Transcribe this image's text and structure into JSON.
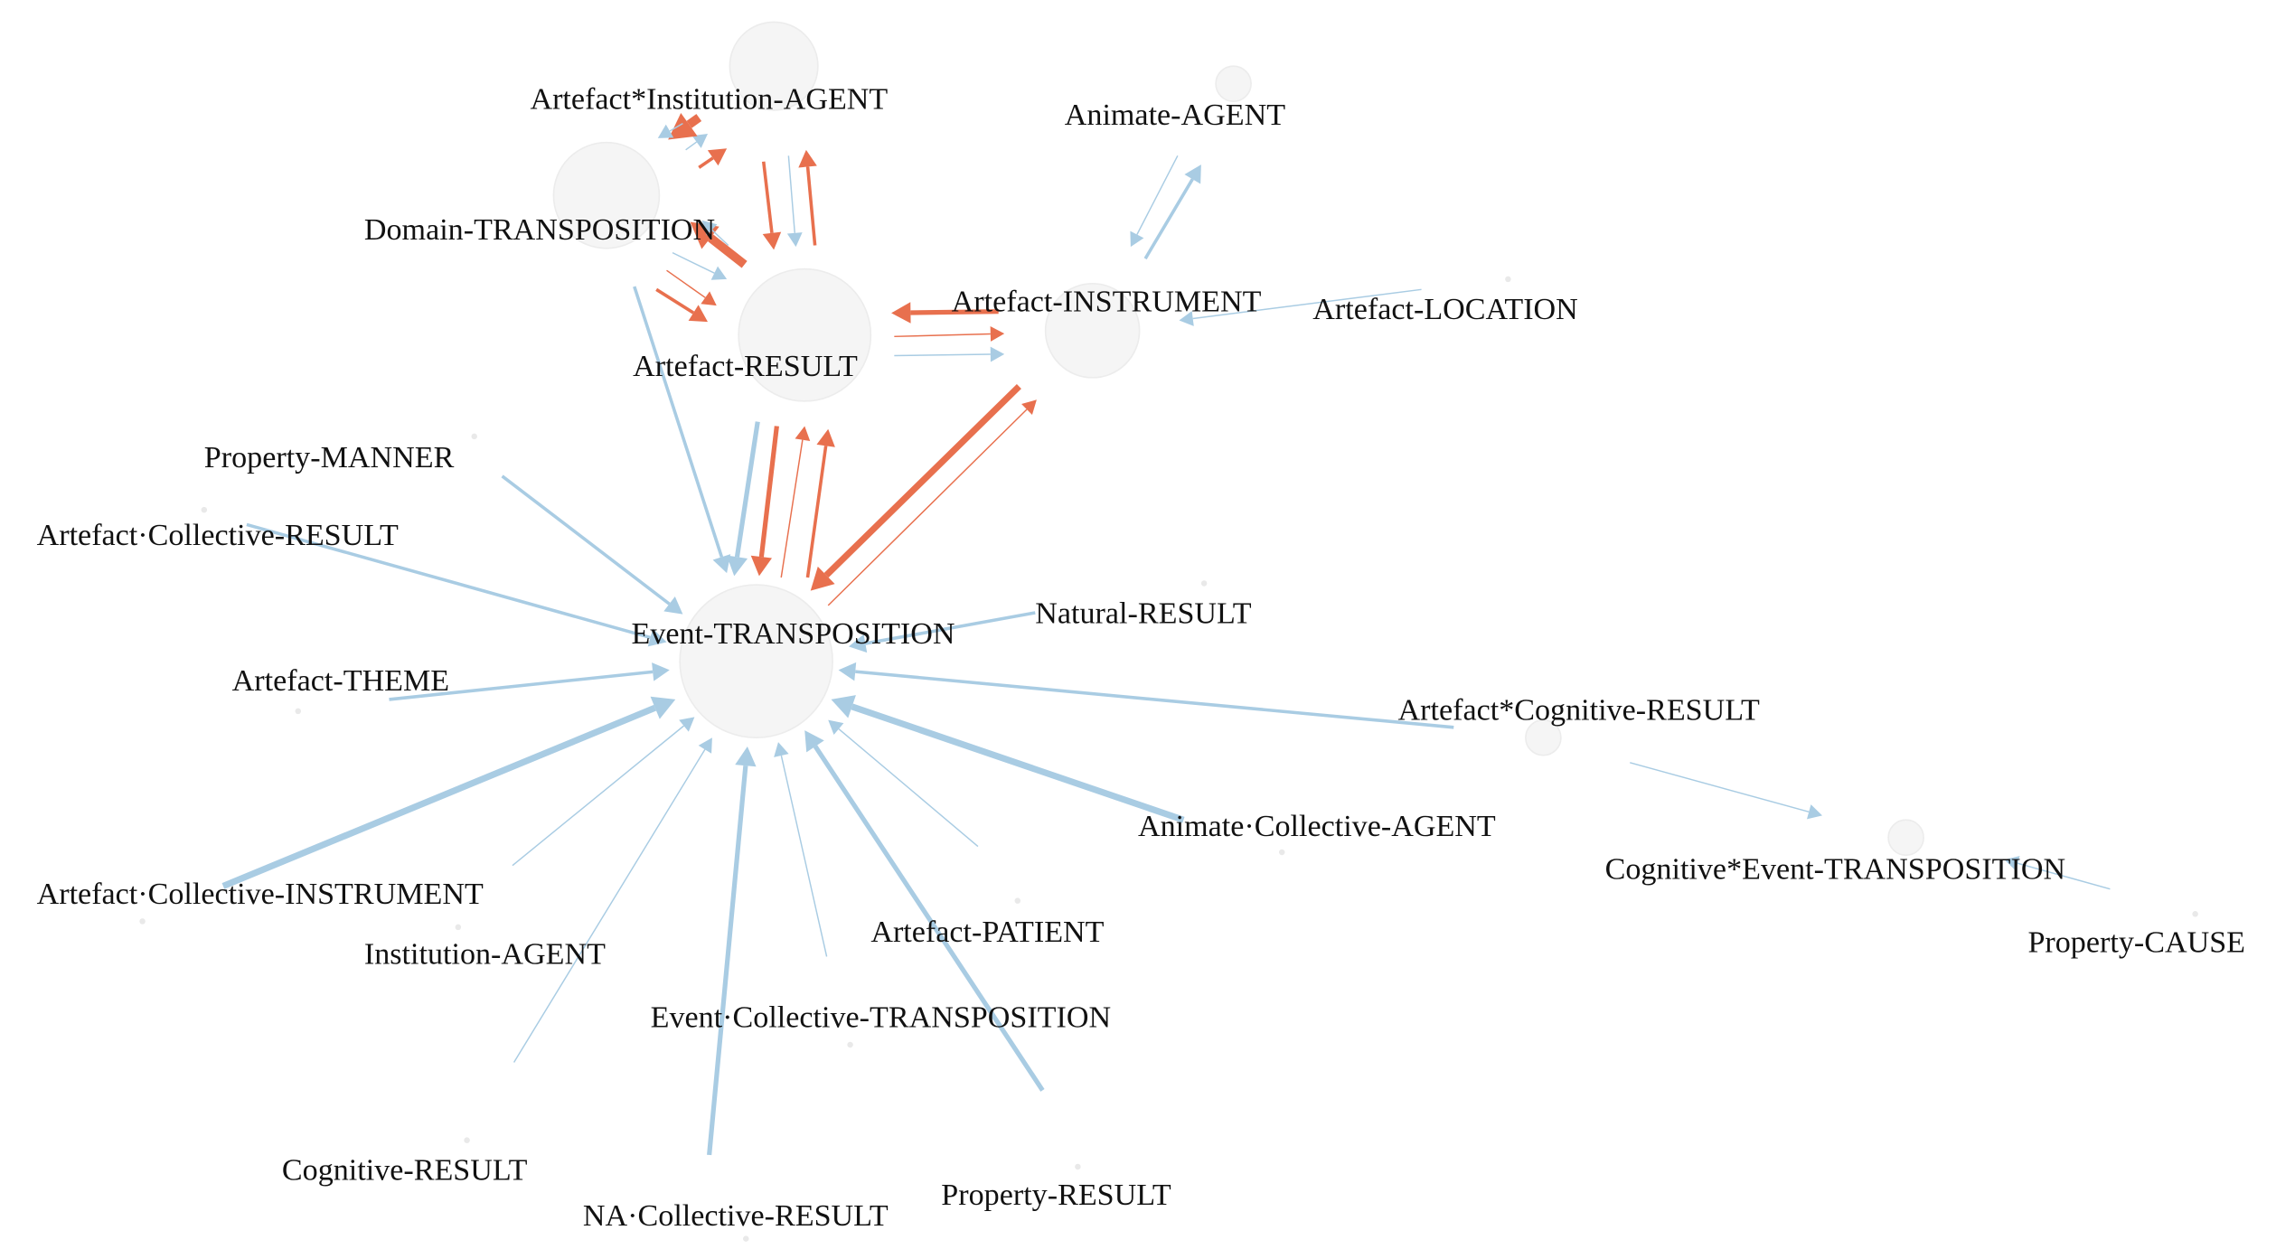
{
  "graph": {
    "title": "",
    "colors": {
      "outgoing_edge": "#e8704e",
      "incoming_edge": "#a9cce3",
      "node_fill": "#f5f5f5",
      "label": "#111111"
    },
    "nodes": [
      {
        "id": "event_transposition",
        "label": "Event-TRANSPOSITION"
      },
      {
        "id": "artefact_result",
        "label": "Artefact-RESULT"
      },
      {
        "id": "artefact_instrument",
        "label": "Artefact-INSTRUMENT"
      },
      {
        "id": "domain_transposition",
        "label": "Domain-TRANSPOSITION"
      },
      {
        "id": "artefact_institution_agent",
        "label": "Artefact*Institution-AGENT"
      },
      {
        "id": "animate_agent",
        "label": "Animate-AGENT"
      },
      {
        "id": "artefact_location",
        "label": "Artefact-LOCATION"
      },
      {
        "id": "property_manner",
        "label": "Property-MANNER"
      },
      {
        "id": "artefact_collective_result",
        "label": "Artefact·Collective-RESULT"
      },
      {
        "id": "natural_result",
        "label": "Natural-RESULT"
      },
      {
        "id": "artefact_theme",
        "label": "Artefact-THEME"
      },
      {
        "id": "artefact_cognitive_result",
        "label": "Artefact*Cognitive-RESULT"
      },
      {
        "id": "animate_collective_agent",
        "label": "Animate·Collective-AGENT"
      },
      {
        "id": "cognitive_event_transposition",
        "label": "Cognitive*Event-TRANSPOSITION"
      },
      {
        "id": "property_cause",
        "label": "Property-CAUSE"
      },
      {
        "id": "artefact_collective_instrument",
        "label": "Artefact·Collective-INSTRUMENT"
      },
      {
        "id": "artefact_patient",
        "label": "Artefact-PATIENT"
      },
      {
        "id": "institution_agent",
        "label": "Institution-AGENT"
      },
      {
        "id": "event_collective_transposition",
        "label": "Event·Collective-TRANSPOSITION"
      },
      {
        "id": "cognitive_result",
        "label": "Cognitive-RESULT"
      },
      {
        "id": "property_result",
        "label": "Property-RESULT"
      },
      {
        "id": "na_collective_result",
        "label": "NA·Collective-RESULT"
      }
    ],
    "edges": [
      {
        "source": "artefact_result",
        "target": "event_transposition",
        "kind": "outgoing",
        "weight": 3
      },
      {
        "source": "artefact_result",
        "target": "event_transposition",
        "kind": "incoming",
        "weight": 3
      },
      {
        "source": "event_transposition",
        "target": "artefact_result",
        "kind": "outgoing",
        "weight": 1
      },
      {
        "source": "event_transposition",
        "target": "artefact_result",
        "kind": "outgoing",
        "weight": 2
      },
      {
        "source": "artefact_instrument",
        "target": "event_transposition",
        "kind": "outgoing",
        "weight": 4
      },
      {
        "source": "event_transposition",
        "target": "artefact_instrument",
        "kind": "outgoing",
        "weight": 1
      },
      {
        "source": "domain_transposition",
        "target": "event_transposition",
        "kind": "incoming",
        "weight": 2
      },
      {
        "source": "artefact_instrument",
        "target": "artefact_result",
        "kind": "outgoing",
        "weight": 3
      },
      {
        "source": "artefact_result",
        "target": "artefact_instrument",
        "kind": "outgoing",
        "weight": 1
      },
      {
        "source": "artefact_result",
        "target": "artefact_instrument",
        "kind": "incoming",
        "weight": 1
      },
      {
        "source": "artefact_result",
        "target": "domain_transposition",
        "kind": "outgoing",
        "weight": 5
      },
      {
        "source": "artefact_result",
        "target": "domain_transposition",
        "kind": "incoming",
        "weight": 1
      },
      {
        "source": "domain_transposition",
        "target": "artefact_result",
        "kind": "incoming",
        "weight": 1
      },
      {
        "source": "domain_transposition",
        "target": "artefact_result",
        "kind": "outgoing",
        "weight": 1
      },
      {
        "source": "domain_transposition",
        "target": "artefact_result",
        "kind": "outgoing",
        "weight": 2
      },
      {
        "source": "artefact_institution_agent",
        "target": "artefact_result",
        "kind": "outgoing",
        "weight": 2
      },
      {
        "source": "artefact_institution_agent",
        "target": "artefact_result",
        "kind": "incoming",
        "weight": 1
      },
      {
        "source": "artefact_result",
        "target": "artefact_institution_agent",
        "kind": "outgoing",
        "weight": 2
      },
      {
        "source": "domain_transposition",
        "target": "artefact_institution_agent",
        "kind": "outgoing",
        "weight": 2
      },
      {
        "source": "domain_transposition",
        "target": "artefact_institution_agent",
        "kind": "incoming",
        "weight": 1
      },
      {
        "source": "artefact_institution_agent",
        "target": "domain_transposition",
        "kind": "outgoing",
        "weight": 5
      },
      {
        "source": "artefact_institution_agent",
        "target": "domain_transposition",
        "kind": "incoming",
        "weight": 1
      },
      {
        "source": "artefact_instrument",
        "target": "animate_agent",
        "kind": "incoming",
        "weight": 2
      },
      {
        "source": "animate_agent",
        "target": "artefact_instrument",
        "kind": "incoming",
        "weight": 1
      },
      {
        "source": "artefact_location",
        "target": "artefact_instrument",
        "kind": "incoming",
        "weight": 1
      },
      {
        "source": "property_manner",
        "target": "event_transposition",
        "kind": "incoming",
        "weight": 2
      },
      {
        "source": "artefact_collective_result",
        "target": "event_transposition",
        "kind": "incoming",
        "weight": 2
      },
      {
        "source": "natural_result",
        "target": "event_transposition",
        "kind": "incoming",
        "weight": 2
      },
      {
        "source": "artefact_theme",
        "target": "event_transposition",
        "kind": "incoming",
        "weight": 2
      },
      {
        "source": "artefact_cognitive_result",
        "target": "event_transposition",
        "kind": "incoming",
        "weight": 2
      },
      {
        "source": "animate_collective_agent",
        "target": "event_transposition",
        "kind": "incoming",
        "weight": 4
      },
      {
        "source": "artefact_collective_instrument",
        "target": "event_transposition",
        "kind": "incoming",
        "weight": 4
      },
      {
        "source": "artefact_patient",
        "target": "event_transposition",
        "kind": "incoming",
        "weight": 1
      },
      {
        "source": "institution_agent",
        "target": "event_transposition",
        "kind": "incoming",
        "weight": 1
      },
      {
        "source": "event_collective_transposition",
        "target": "event_transposition",
        "kind": "incoming",
        "weight": 1
      },
      {
        "source": "cognitive_result",
        "target": "event_transposition",
        "kind": "incoming",
        "weight": 1
      },
      {
        "source": "property_result",
        "target": "event_transposition",
        "kind": "incoming",
        "weight": 3
      },
      {
        "source": "na_collective_result",
        "target": "event_transposition",
        "kind": "incoming",
        "weight": 3
      },
      {
        "source": "artefact_cognitive_result",
        "target": "cognitive_event_transposition",
        "kind": "incoming",
        "weight": 1
      },
      {
        "source": "property_cause",
        "target": "cognitive_event_transposition",
        "kind": "incoming",
        "weight": 1
      }
    ]
  }
}
